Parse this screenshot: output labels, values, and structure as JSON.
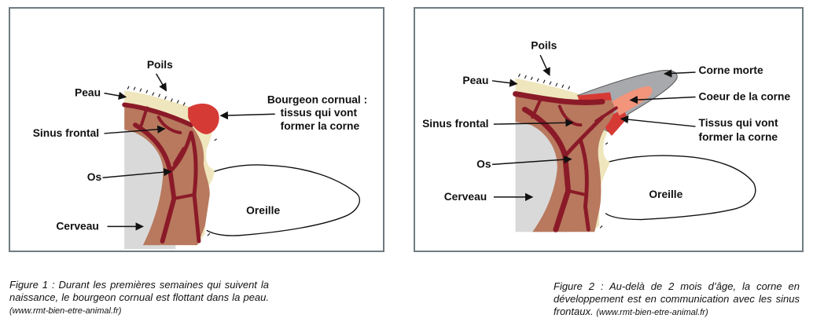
{
  "figure1": {
    "labels": {
      "poils": "Poils",
      "peau": "Peau",
      "bourgeon_line1": "Bourgeon cornual :",
      "bourgeon_line2": "tissus qui vont",
      "bourgeon_line3": "former la corne",
      "sinus": "Sinus frontal",
      "os": "Os",
      "oreille": "Oreille",
      "cerveau": "Cerveau"
    },
    "caption": "Figure 1 : Durant les premières semaines qui suivent la naissance, le bourgeon cornual est flottant dans la peau.",
    "source": "(www.rmt-bien-etre-animal.fr)"
  },
  "figure2": {
    "labels": {
      "poils": "Poils",
      "peau": "Peau",
      "corne_morte": "Corne morte",
      "coeur": "Coeur de la corne",
      "tissus_line1": "Tissus qui vont",
      "tissus_line2": "former la corne",
      "sinus": "Sinus frontal",
      "os": "Os",
      "oreille": "Oreille",
      "cerveau": "Cerveau"
    },
    "caption": "Figure 2 : Au-delà de 2 mois d’âge, la corne en développement est en communication avec les sinus frontaux.",
    "source": "(www.rmt-bien-etre-animal.fr)"
  },
  "colors": {
    "bone": "#b8795e",
    "sinus": "#8b1a28",
    "skin": "#efe6bd",
    "brain": "#d9d9d9",
    "bud": "#d63a35",
    "dead_horn": "#a7a9ad",
    "horn_core": "#f2957b",
    "frame": "#6f7b80"
  }
}
